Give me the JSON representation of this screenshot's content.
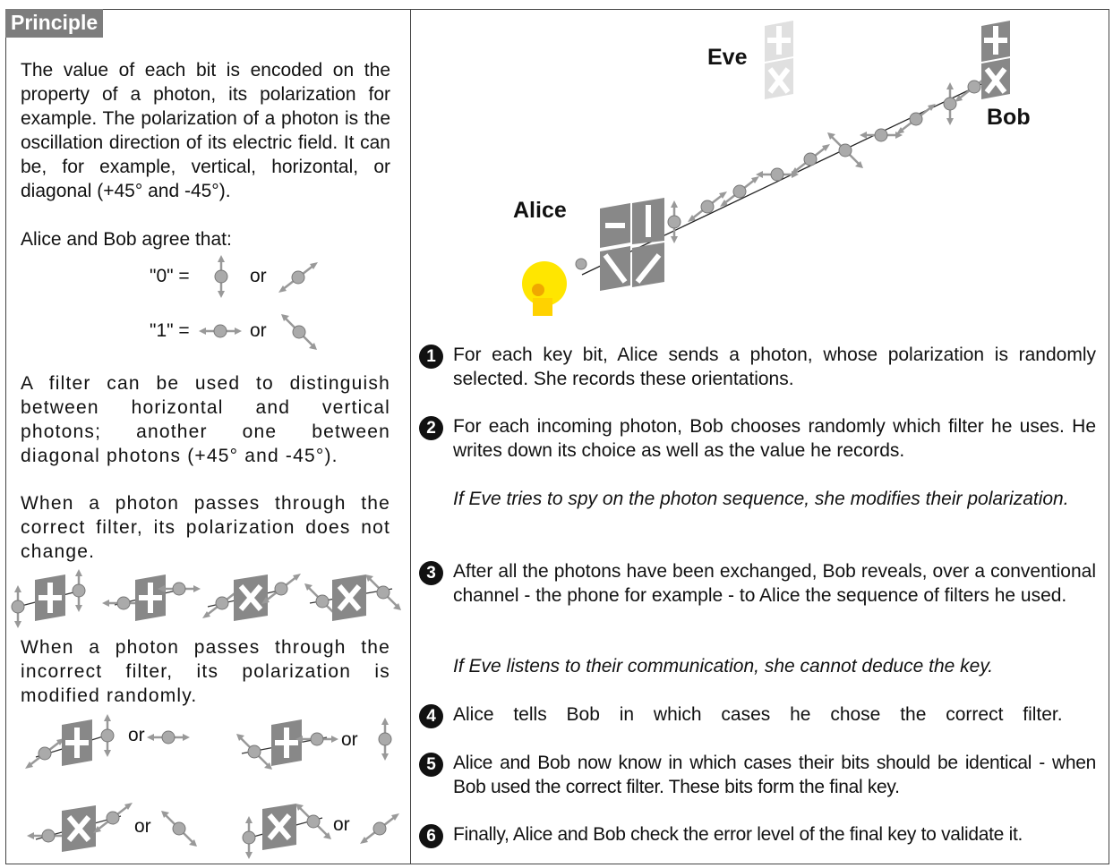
{
  "header": {
    "title": "Principle"
  },
  "left": {
    "intro": "The value of each bit is encoded on the property of a photon, its polarization for example. The polarization of a photon is the oscillation direction of its electric field. It can be, for example, vertical, horizontal, or diagonal (+45° and -45°).",
    "agree": "Alice and Bob agree that:",
    "zero_label": "\"0\" =",
    "one_label": "\"1\" =",
    "or_word": "or",
    "filter_text": "A filter can be used to distinguish between horizontal and vertical photons; another one between diagonal photons (+45° and -45°).",
    "correct_text": "When a photon passes through the correct filter, its polarization does not change.",
    "incorrect_text": "When a photon passes through the incorrect filter, its polarization is modified randomly."
  },
  "diagram": {
    "alice": "Alice",
    "bob": "Bob",
    "eve": "Eve"
  },
  "steps": [
    {
      "n": "1",
      "text": "For each key bit, Alice sends a photon, whose polarization is randomly selected. She records these orientations."
    },
    {
      "n": "2",
      "text": "For each incoming photon, Bob chooses randomly which filter he uses. He writes down its choice as well as the value he records."
    },
    {
      "n": "",
      "text": "If Eve tries to spy on the photon sequence, she modifies their polarization."
    },
    {
      "n": "3",
      "text": "After all the photons have been exchanged, Bob reveals, over a conventional channel - the phone for example - to Alice the sequence of filters he used."
    },
    {
      "n": "",
      "text": "If Eve listens to their communication, she cannot deduce the key."
    },
    {
      "n": "4",
      "text": "Alice tells Bob in which cases he chose the correct filter."
    },
    {
      "n": "5",
      "text": "Alice and Bob now know in which cases their bits should be identical - when Bob used the correct filter. These bits form the final key."
    },
    {
      "n": "6",
      "text": "Finally, Alice and Bob check the error level of the final key to validate it."
    }
  ]
}
